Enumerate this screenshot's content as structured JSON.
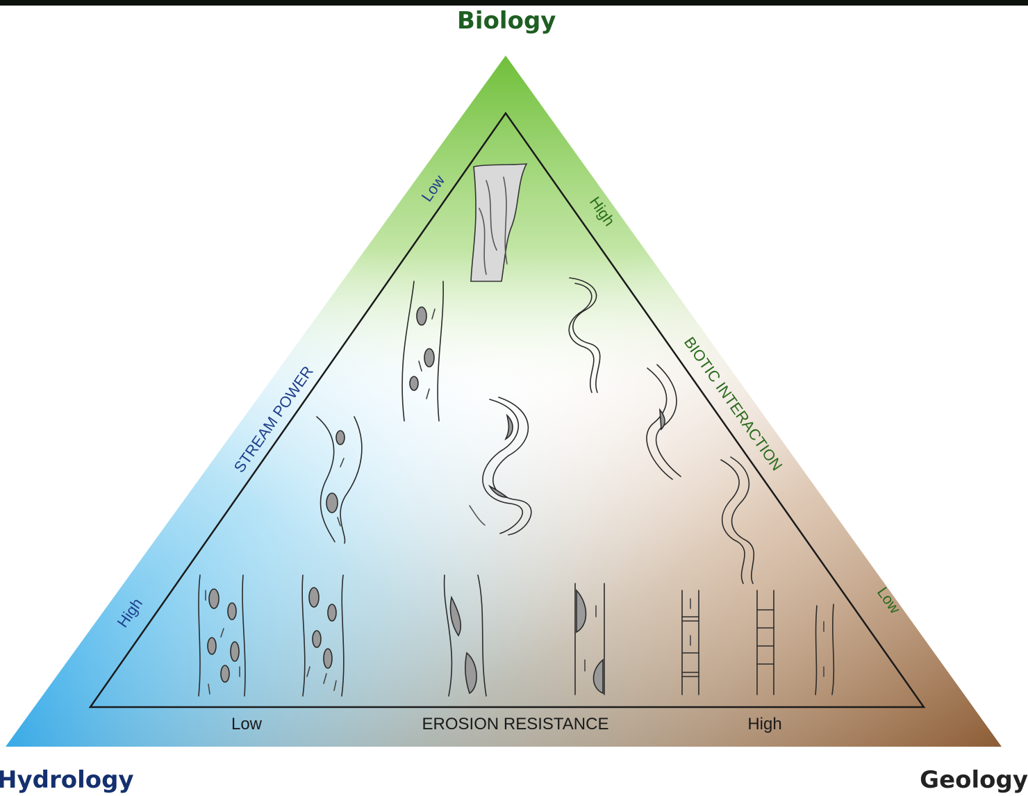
{
  "corners": {
    "top": "Biology",
    "left": "Hydrology",
    "right": "Geology"
  },
  "axes": {
    "left": {
      "name": "STREAM POWER",
      "end_top": "Low",
      "end_bottom": "High"
    },
    "right": {
      "name": "BIOTIC INTERACTION",
      "end_top": "High",
      "end_bottom": "Low"
    },
    "bottom": {
      "name": "EROSION RESISTANCE",
      "end_left": "Low",
      "end_right": "High"
    }
  },
  "colors": {
    "biology": "#6fbf3a",
    "hydrology": "#29a8e4",
    "geology": "#8a5a32",
    "biology_text": "#1e5e22",
    "hydrology_text": "#14306e",
    "label_green": "#2a6b1d",
    "label_blue": "#1f3f8c",
    "ink": "#1a1a1a",
    "band": "#0e120c"
  },
  "river_forms": [
    "anastomosing-channel",
    "braided-wandering-channel",
    "meandering-stable-channel",
    "wandering-channel",
    "meandering-channel",
    "confined-meandering-channel",
    "tortuous-meandering-channel",
    "braided-channel-high-power",
    "braided-channel",
    "wandering-gravel-channel",
    "straight-channel-bars",
    "step-pool-channel",
    "cascade-channel",
    "bedrock-channel"
  ]
}
